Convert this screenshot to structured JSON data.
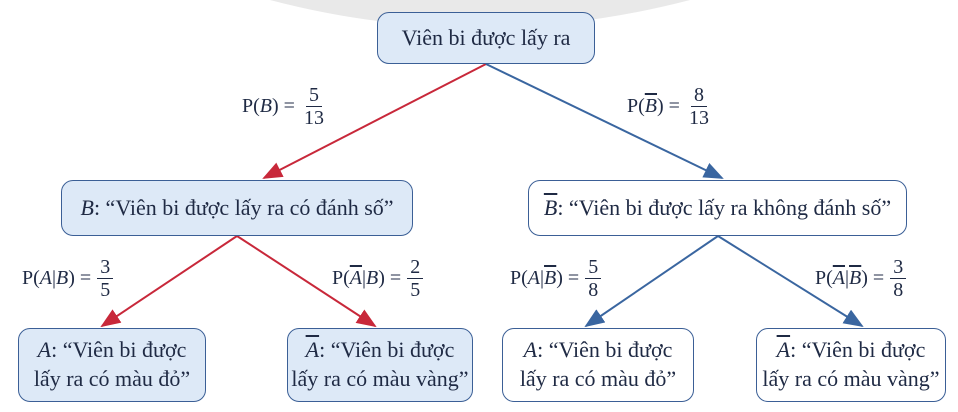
{
  "root": {
    "label": "Viên bi được lấy ra"
  },
  "nodes": {
    "B": {
      "symbol": "B",
      "text": ": “Viên bi được lấy ra có đánh số”"
    },
    "notB": {
      "symbol": "B",
      "text": ": “Viên bi được lấy ra không đánh số”"
    },
    "A_given_B": {
      "symbol": "A",
      "line1": ": “Viên bi được",
      "line2": "lấy ra có màu đỏ”"
    },
    "notA_given_B": {
      "symbol": "A",
      "line1": ": “Viên bi được",
      "line2": "lấy ra có màu vàng”"
    },
    "A_given_notB": {
      "symbol": "A",
      "line1": ": “Viên bi được",
      "line2": "lấy ra có màu đỏ”"
    },
    "notA_given_notB": {
      "symbol": "A",
      "line1": ": “Viên bi được",
      "line2": "lấy ra có màu vàng”"
    }
  },
  "probabilities": {
    "pB": {
      "prefix": "P(",
      "v1": "B",
      "sep": "",
      "v2": "",
      "suffix": ") =",
      "num": "5",
      "den": "13"
    },
    "pNotB": {
      "prefix": "P(",
      "v1": "B",
      "sep": "",
      "v2": "",
      "suffix": ") =",
      "num": "8",
      "den": "13"
    },
    "pAgB": {
      "prefix": "P(",
      "v1": "A",
      "sep": " | ",
      "v2": "B",
      "suffix": ") =",
      "num": "3",
      "den": "5"
    },
    "pNotAgB": {
      "prefix": "P(",
      "v1": "A",
      "sep": " | ",
      "v2": "B",
      "suffix": ") =",
      "num": "2",
      "den": "5"
    },
    "pAgNotB": {
      "prefix": "P(",
      "v1": "A",
      "sep": " | ",
      "v2": "B",
      "suffix": ") =",
      "num": "5",
      "den": "8"
    },
    "pNotAgNotB": {
      "prefix": "P(",
      "v1": "A",
      "sep": " | ",
      "v2": "B",
      "suffix": ") =",
      "num": "3",
      "den": "8"
    }
  },
  "colors": {
    "left_branch": "#c8283a",
    "right_branch": "#3a66a0",
    "border": "#3b5f96",
    "fill": "#dde9f7"
  }
}
